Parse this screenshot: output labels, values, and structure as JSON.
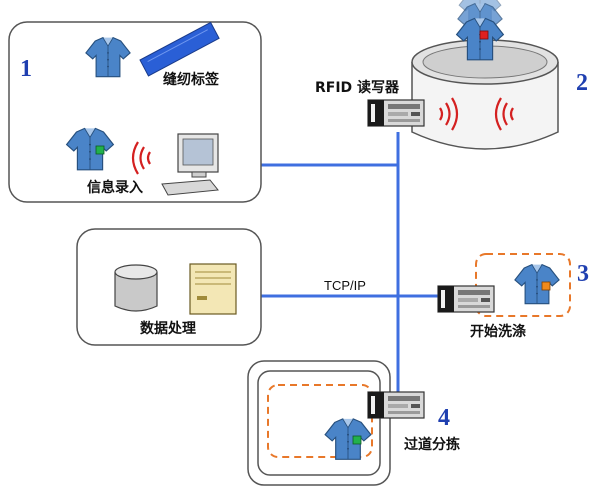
{
  "colors": {
    "network_line": "#3f6fe0",
    "step_number": "#1f3fb0",
    "rfid_wave": "#d42020",
    "dashed_path": "#e8782a",
    "shirt": "#4a84c8",
    "tag_green": "#22b14c",
    "tag_red": "#e02020",
    "tag_orange": "#f08a1c"
  },
  "nodes": {
    "sew_tag": {
      "number": "1",
      "label": "缝纫标签"
    },
    "info_entry": {
      "label": "信息录入"
    },
    "reader": {
      "label": "RFID 读写器"
    },
    "reader_station": {
      "number": "2"
    },
    "data_processing": {
      "label": "数据处理"
    },
    "washing": {
      "number": "3",
      "label": "开始洗涤"
    },
    "sorting": {
      "number": "4",
      "label": "过道分拣"
    }
  },
  "network": {
    "protocol_label": "TCP/IP"
  },
  "icons": [
    "shirt-icon",
    "tag-strip-icon",
    "computer-icon",
    "database-icon",
    "server-icon",
    "rfid-reader-icon",
    "rfid-wave-icon",
    "washing-drum-icon"
  ]
}
